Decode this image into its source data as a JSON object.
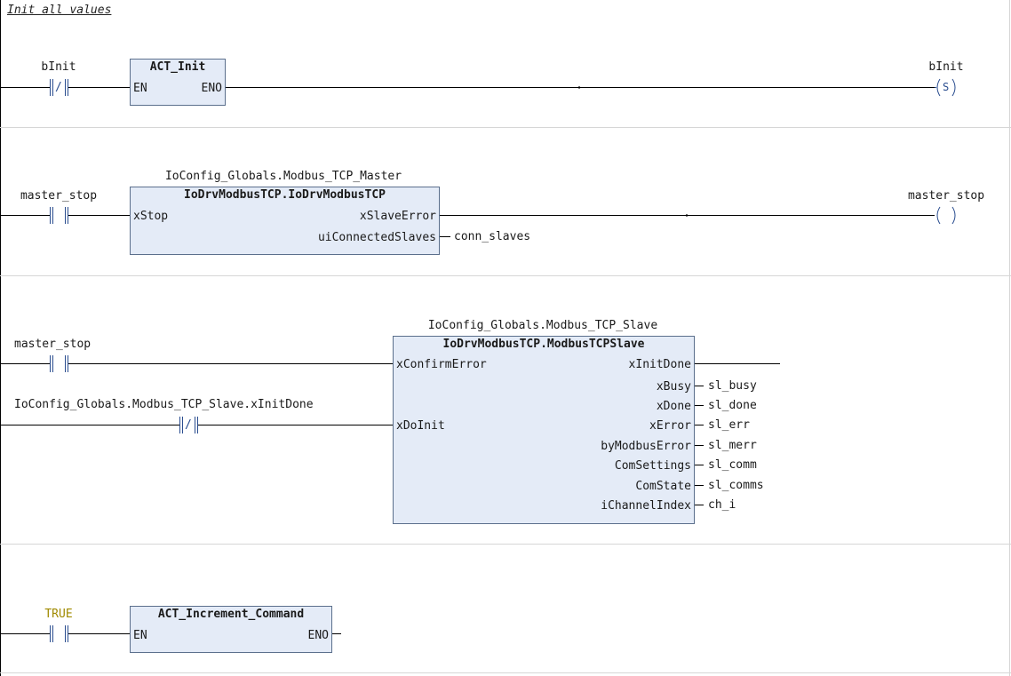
{
  "rung1": {
    "comment": "Init all values",
    "contact_var": "bInit",
    "contact_symbol": "/",
    "fb_name": "ACT_Init",
    "fb_in_en": "EN",
    "fb_out_eno": "ENO",
    "coil_var": "bInit",
    "coil_symbol": "S"
  },
  "rung2": {
    "contact_var": "master_stop",
    "instance": "IoConfig_Globals.Modbus_TCP_Master",
    "fb_type": "IoDrvModbusTCP.IoDrvModbusTCP",
    "in_xstop": "xStop",
    "out_xslaveerror": "xSlaveError",
    "out_uiconnectedslaves": "uiConnectedSlaves",
    "out_conn_var": "conn_slaves",
    "coil_var": "master_stop"
  },
  "rung3": {
    "contact1_var": "master_stop",
    "contact2_var": "IoConfig_Globals.Modbus_TCP_Slave.xInitDone",
    "contact2_symbol": "/",
    "instance": "IoConfig_Globals.Modbus_TCP_Slave",
    "fb_type": "IoDrvModbusTCP.ModbusTCPSlave",
    "inputs": [
      "xConfirmError",
      "xDoInit"
    ],
    "outputs": [
      "xInitDone",
      "xBusy",
      "xDone",
      "xError",
      "byModbusError",
      "ComSettings",
      "ComState",
      "iChannelIndex"
    ],
    "output_vars": [
      "",
      "sl_busy",
      "sl_done",
      "sl_err",
      "sl_merr",
      "sl_comm",
      "sl_comms",
      "ch_i"
    ]
  },
  "rung4": {
    "contact_var": "TRUE",
    "fb_name": "ACT_Increment_Command",
    "fb_in_en": "EN",
    "fb_out_eno": "ENO"
  }
}
